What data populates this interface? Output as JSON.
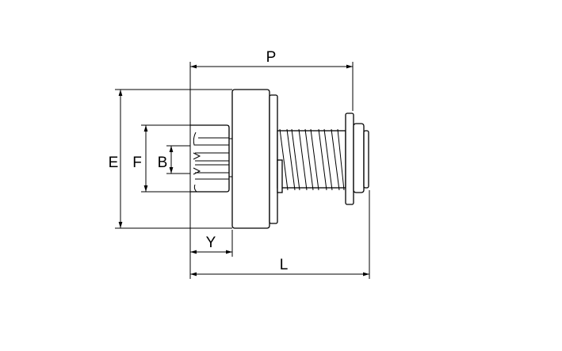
{
  "diagram": {
    "type": "starter drive pinion dimension drawing",
    "labels": {
      "p": "P",
      "e": "E",
      "f": "F",
      "b": "B",
      "y": "Y",
      "l": "L"
    }
  }
}
